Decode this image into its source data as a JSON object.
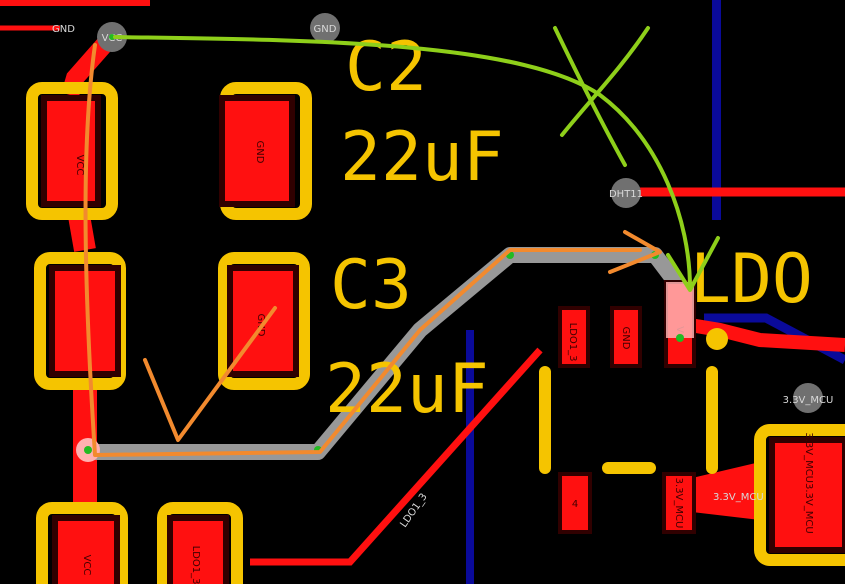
{
  "colors": {
    "background": "#000000",
    "copper_top": "#ff1010",
    "copper_bottom": "#0a0a9a",
    "silkscreen": "#f5c400",
    "pad_outline": "#300000",
    "ratsnest_highlight": "#a8a8a8",
    "annotation_orange": "#f28a2e",
    "annotation_green": "#8ecf1a",
    "via": "#707070"
  },
  "nets": {
    "gnd_top_left": "GND",
    "vcc": "VCC",
    "gnd_top": "GND",
    "dht11": "DHT11",
    "v33_mcu": "3.3V_MCU",
    "v33_mcu_trace": "3.3V_MCU",
    "ldo1_3_trace": "LDO1_3"
  },
  "components": {
    "c2": {
      "designator": "C2",
      "value": "22uF",
      "pad1": "VCC",
      "pad2": "GND"
    },
    "c3": {
      "designator": "C3",
      "value": "22uF",
      "pad1": "",
      "pad2": "GND"
    },
    "ldo": {
      "designator": "LDO",
      "pad_ldo1_3": "LDO1_3",
      "pad_gnd": "GND",
      "pad_vcc": "VC",
      "pad_4": "4",
      "pad_3v3": "3.3V_MCU"
    },
    "bottom_left": {
      "pad_vcc": "VCC",
      "pad_ldo1": "LDO1_3"
    },
    "right_cap": {
      "pad_label": "3.3V_MCU3.3V_MCU"
    }
  }
}
